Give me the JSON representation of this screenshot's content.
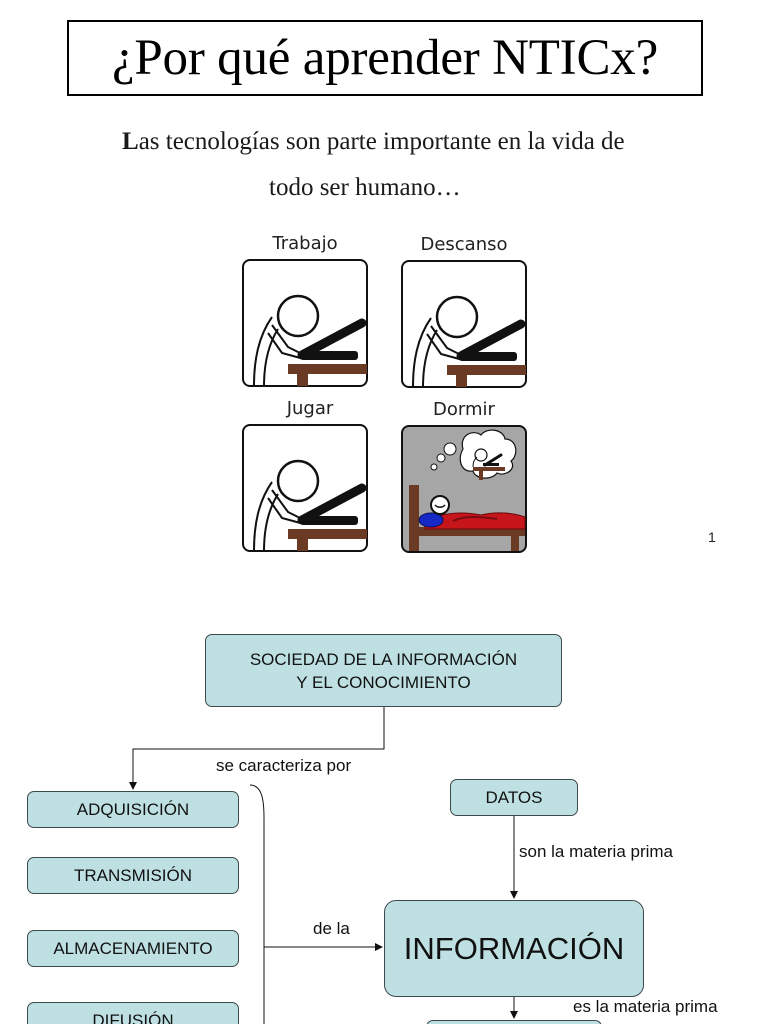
{
  "title": "¿Por qué aprender NTICx?",
  "intro": {
    "dropcap": "L",
    "line1_rest": "as tecnologías son parte importante en la vida de",
    "line2": "todo ser humano…"
  },
  "comic": {
    "panels": [
      {
        "caption": "Trabajo",
        "scene": "person-at-laptop"
      },
      {
        "caption": "Descanso",
        "scene": "person-at-laptop"
      },
      {
        "caption": "Jugar",
        "scene": "person-at-laptop"
      },
      {
        "caption": "Dormir",
        "scene": "person-sleeping-dreaming-of-laptop"
      }
    ]
  },
  "page_number": "1",
  "concept_map": {
    "colors": {
      "node_fill": "#bfe0e2",
      "node_border": "#3d4a4d",
      "connector": "#111111"
    },
    "root": {
      "line1": "SOCIEDAD DE LA INFORMACIÓN",
      "line2": "Y EL CONOCIMIENTO"
    },
    "processes": [
      "ADQUISICIÓN",
      "TRANSMISIÓN",
      "ALMACENAMIENTO",
      "DIFUSIÓN"
    ],
    "datos": "DATOS",
    "informacion": "INFORMACIÓN",
    "next_node": "",
    "edge_labels": {
      "characterized_by": "se caracteriza por",
      "of_the": "de la",
      "raw_material_plural": "son la materia prima",
      "raw_material_singular": "es la materia prima"
    }
  }
}
